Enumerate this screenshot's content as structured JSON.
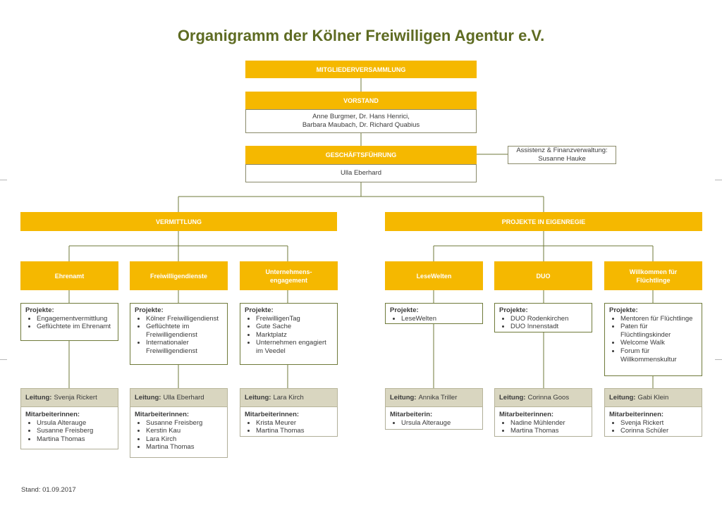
{
  "title": "Organigramm der Kölner Freiwilligen Agentur e.V.",
  "mitgliederversammlung": "MITGLIEDERVERSAMMLUNG",
  "vorstand": {
    "label": "VORSTAND",
    "names_line1": "Anne Burgmer, Dr. Hans Henrici,",
    "names_line2": "Barbara Maubach, Dr. Richard Quabius"
  },
  "geschaeftsfuehrung": {
    "label": "GESCHÄFTSFÜHRUNG",
    "name": "Ulla Eberhard"
  },
  "assistenz": {
    "line1": "Assistenz & Finanzverwaltung:",
    "line2": "Susanne Hauke"
  },
  "sections": {
    "vermittlung": "VERMITTLUNG",
    "projekte": "PROJEKTE IN EIGENREGIE"
  },
  "labels": {
    "projekte": "Projekte:",
    "leitung": "Leitung:"
  },
  "departments": [
    {
      "name": "Ehrenamt",
      "projects": [
        "Engagementvermittlung",
        "Geflüchtete im Ehrenamt"
      ],
      "leader": "Svenja Rickert",
      "staff_label": "Mitarbeiterinnen:",
      "staff": [
        "Ursula Alterauge",
        "Susanne Freisberg",
        "Martina Thomas"
      ]
    },
    {
      "name": "Freiwilligendienste",
      "projects": [
        "Kölner Freiwilligendienst",
        "Geflüchtete im Freiwilligendienst",
        "Internationaler Freiwilligendienst"
      ],
      "leader": "Ulla Eberhard",
      "staff_label": "Mitarbeiterinnen:",
      "staff": [
        "Susanne Freisberg",
        "Kerstin Kau",
        "Lara Kirch",
        "Martina Thomas"
      ]
    },
    {
      "name": "Unternehmens-engagement",
      "projects": [
        "FreiwilligenTag",
        "Gute Sache",
        "Marktplatz",
        "Unternehmen engagiert im Veedel"
      ],
      "leader": "Lara Kirch",
      "staff_label": "Mitarbeiterinnen:",
      "staff": [
        "Krista Meurer",
        "Martina Thomas"
      ]
    },
    {
      "name": "LeseWelten",
      "projects": [
        "LeseWelten"
      ],
      "leader": "Annika Triller",
      "staff_label": "Mitarbeiterin:",
      "staff": [
        "Ursula Alterauge"
      ]
    },
    {
      "name": "DUO",
      "projects": [
        "DUO Rodenkirchen",
        "DUO Innenstadt"
      ],
      "leader": "Corinna Goos",
      "staff_label": "Mitarbeiterinnen:",
      "staff": [
        "Nadine Mühlender",
        "Martina Thomas"
      ]
    },
    {
      "name": "Willkommen für Flüchtlinge",
      "projects": [
        "Mentoren für Flüchtlinge",
        "Paten für Flüchtlingskinder",
        "Welcome Walk",
        "Forum für Willkommenskultur"
      ],
      "leader": "Gabi Klein",
      "staff_label": "Mitarbeiterinnen:",
      "staff": [
        "Svenja Rickert",
        "Corinna Schüler"
      ]
    }
  ],
  "stand": "Stand: 01.09.2017",
  "colors": {
    "accent": "#f5b800",
    "title": "#5e6b22",
    "leader_bg": "#d9d6c0",
    "line": "#6f7a3a"
  }
}
